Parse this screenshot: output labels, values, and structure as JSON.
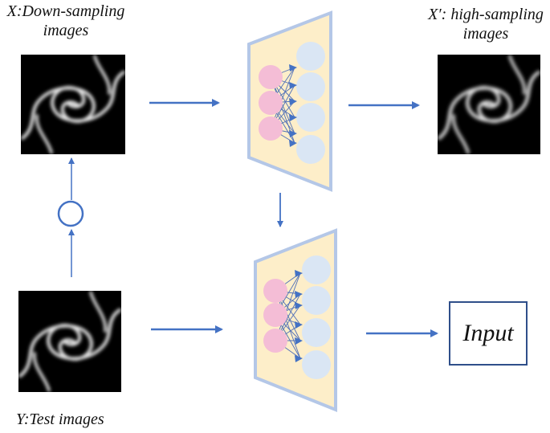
{
  "labels": {
    "down_sampling": [
      "X:Down-sampling",
      "images"
    ],
    "high_sampling": [
      "X′: high-sampling",
      "images"
    ],
    "test_images": "Y:Test images",
    "output_box": "Input"
  },
  "colors": {
    "arrow": "#4472c4",
    "network_fill": "#fdeec9",
    "network_border": "#b4c7e7",
    "input_neuron": "#f4bdd6",
    "output_neuron": "#dae6f4",
    "box_border": "#2f4f8a"
  },
  "icons": {
    "operator": "circle-operator-icon"
  }
}
